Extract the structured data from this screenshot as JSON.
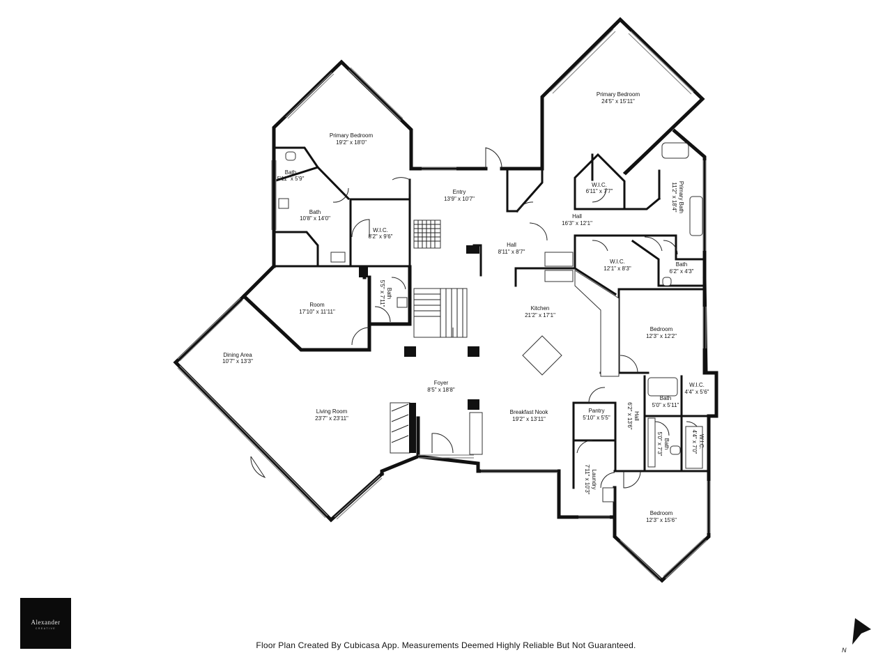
{
  "rooms": [
    {
      "id": "primary-bedroom-left",
      "name": "Primary Bedroom",
      "dim": "19'2\" x 18'0\""
    },
    {
      "id": "bath-small-left",
      "name": "Bath",
      "dim": "5'11\" x 5'9\""
    },
    {
      "id": "bath-left",
      "name": "Bath",
      "dim": "10'8\" x 14'0\""
    },
    {
      "id": "wic-left",
      "name": "W.I.C.",
      "dim": "8'2\" x 9'6\""
    },
    {
      "id": "entry",
      "name": "Entry",
      "dim": "13'9\" x 10'7\""
    },
    {
      "id": "primary-bedroom-right",
      "name": "Primary Bedroom",
      "dim": "24'5\" x 15'11\""
    },
    {
      "id": "wic-primary",
      "name": "W.I.C.",
      "dim": "6'11\" x 7'7\""
    },
    {
      "id": "primary-bath",
      "name": "Primary Bath",
      "dim": "11'2\" x 18'4\""
    },
    {
      "id": "hall-upper",
      "name": "Hall",
      "dim": "16'3\" x 12'1\""
    },
    {
      "id": "hall-center",
      "name": "Hall",
      "dim": "8'11\" x 8'7\""
    },
    {
      "id": "wic-center",
      "name": "W.I.C.",
      "dim": "12'1\" x 8'3\""
    },
    {
      "id": "bath-right",
      "name": "Bath",
      "dim": "6'2\" x 4'3\""
    },
    {
      "id": "room",
      "name": "Room",
      "dim": "17'10\" x 11'11\""
    },
    {
      "id": "bath-stair",
      "name": "Bath",
      "dim": "5'5\" x 7'11\""
    },
    {
      "id": "kitchen",
      "name": "Kitchen",
      "dim": "21'2\" x 17'1\""
    },
    {
      "id": "bedroom-mid",
      "name": "Bedroom",
      "dim": "12'3\" x 12'2\""
    },
    {
      "id": "dining-area",
      "name": "Dining Area",
      "dim": "10'7\" x 13'3\""
    },
    {
      "id": "foyer",
      "name": "Foyer",
      "dim": "8'5\" x 18'8\""
    },
    {
      "id": "living-room",
      "name": "Living Room",
      "dim": "23'7\" x 23'11\""
    },
    {
      "id": "breakfast-nook",
      "name": "Breakfast Nook",
      "dim": "19'2\" x 13'11\""
    },
    {
      "id": "pantry",
      "name": "Pantry",
      "dim": "5'10\" x 5'5\""
    },
    {
      "id": "hall-lower",
      "name": "Hall",
      "dim": "6'2\" x 13'6\""
    },
    {
      "id": "bath-lower-a",
      "name": "Bath",
      "dim": "5'0\" x 5'11\""
    },
    {
      "id": "wic-lower-a",
      "name": "W.I.C.",
      "dim": "4'4\" x 5'6\""
    },
    {
      "id": "bath-lower-b",
      "name": "Bath",
      "dim": "5'0\" x 7'3\""
    },
    {
      "id": "wic-lower-b",
      "name": "W.I.C.",
      "dim": "4'4\" x 7'0\""
    },
    {
      "id": "laundry",
      "name": "Laundry",
      "dim": "7'11\" x 10'3\""
    },
    {
      "id": "bedroom-lower",
      "name": "Bedroom",
      "dim": "12'3\" x 15'6\""
    }
  ],
  "logo": {
    "text": "Alexander",
    "sub": "CREATIVE"
  },
  "footer": "Floor Plan Created By Cubicasa App. Measurements Deemed Highly Reliable But Not Guaranteed.",
  "compass": {
    "label": "N"
  }
}
